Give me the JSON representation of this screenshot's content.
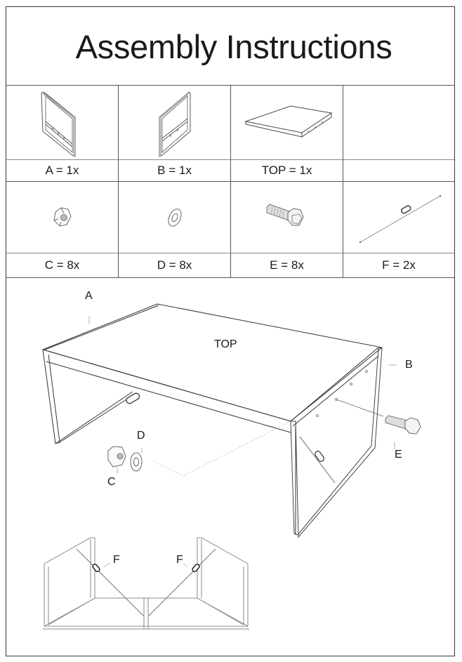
{
  "title": "Assembly Instructions",
  "parts": [
    {
      "id": "A",
      "label": "A = 1x",
      "icon": "side-frame-a-icon"
    },
    {
      "id": "B",
      "label": "B = 1x",
      "icon": "side-frame-b-icon"
    },
    {
      "id": "TOP",
      "label": "TOP = 1x",
      "icon": "table-top-panel-icon"
    },
    {
      "id": "",
      "label": "",
      "icon": ""
    },
    {
      "id": "C",
      "label": "C = 8x",
      "icon": "hex-nut-icon"
    },
    {
      "id": "D",
      "label": "D = 8x",
      "icon": "washer-icon"
    },
    {
      "id": "E",
      "label": "E = 8x",
      "icon": "hex-bolt-icon"
    },
    {
      "id": "F",
      "label": "F = 2x",
      "icon": "tension-rod-icon"
    }
  ],
  "assembly_diagram": {
    "callouts": {
      "a": "A",
      "top": "TOP",
      "b": "B",
      "d": "D",
      "c": "C",
      "e": "E"
    }
  },
  "detail_diagram": {
    "callouts": {
      "f_left": "F",
      "f_right": "F"
    }
  },
  "colors": {
    "line": "#3a3a3a",
    "light_line": "#9a9a9a",
    "text": "#1a1a1a",
    "background": "#ffffff"
  }
}
